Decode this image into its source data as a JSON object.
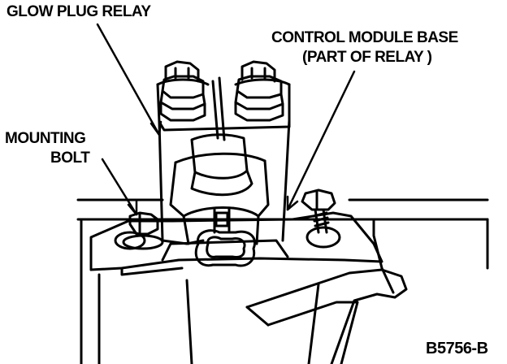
{
  "labels": {
    "glow_plug_relay": "GLOW PLUG RELAY",
    "control_module_base_line1": "CONTROL MODULE BASE",
    "control_module_base_line2": "(PART OF RELAY )",
    "mounting_bolt_line1": "MOUNTING",
    "mounting_bolt_line2": "BOLT",
    "figure_code": "B5756-B"
  },
  "colors": {
    "ink": "#000000",
    "paper": "#ffffff"
  }
}
